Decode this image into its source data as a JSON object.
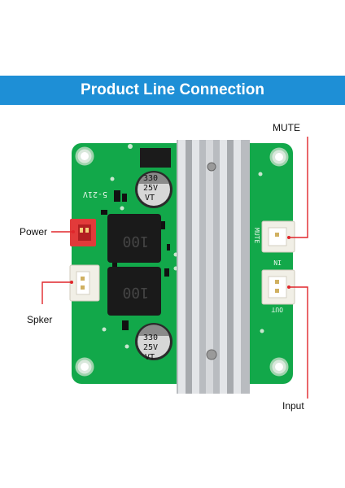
{
  "banner": {
    "title": "Product Line Connection",
    "color": "#1e8fd6"
  },
  "callouts": {
    "mute": "MUTE",
    "power": "Power",
    "speaker": "Spker",
    "input": "Input",
    "line_color": "#e0262b"
  },
  "board": {
    "pcb_color": "#12a84a",
    "voltage_label": "5-21V",
    "capacitor_top": {
      "line1": "330",
      "line2": "25V",
      "line3": "VT"
    },
    "capacitor_bottom": {
      "line1": "330",
      "line2": "25V",
      "line3": "VT"
    },
    "inductor_top": "100",
    "inductor_bottom": "100",
    "silk_mute": "MUTE",
    "silk_in": "IN",
    "silk_out": "OUT"
  }
}
